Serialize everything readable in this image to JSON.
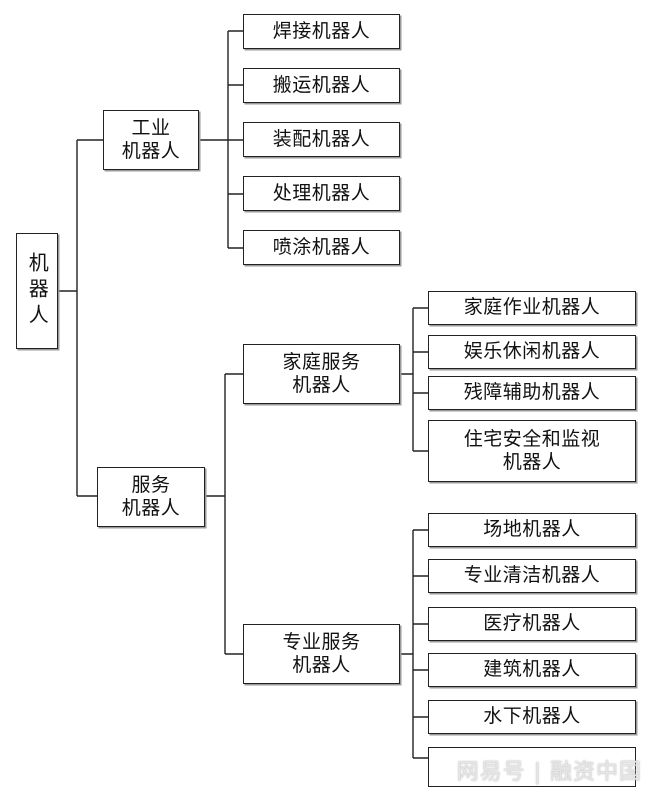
{
  "root": {
    "label": "机器人"
  },
  "industrial": {
    "label": "工业\n机器人",
    "children": [
      "焊接机器人",
      "搬运机器人",
      "装配机器人",
      "处理机器人",
      "喷涂机器人"
    ]
  },
  "service": {
    "label": "服务\n机器人",
    "home": {
      "label": "家庭服务\n机器人",
      "children": [
        "家庭作业机器人",
        "娱乐休闲机器人",
        "残障辅助机器人",
        "住宅安全和监视\n机器人"
      ]
    },
    "professional": {
      "label": "专业服务\n机器人",
      "children": [
        "场地机器人",
        "专业清洁机器人",
        "医疗机器人",
        "建筑机器人",
        "水下机器人"
      ]
    }
  },
  "watermark": {
    "text": "网易号 | 融资中国"
  }
}
